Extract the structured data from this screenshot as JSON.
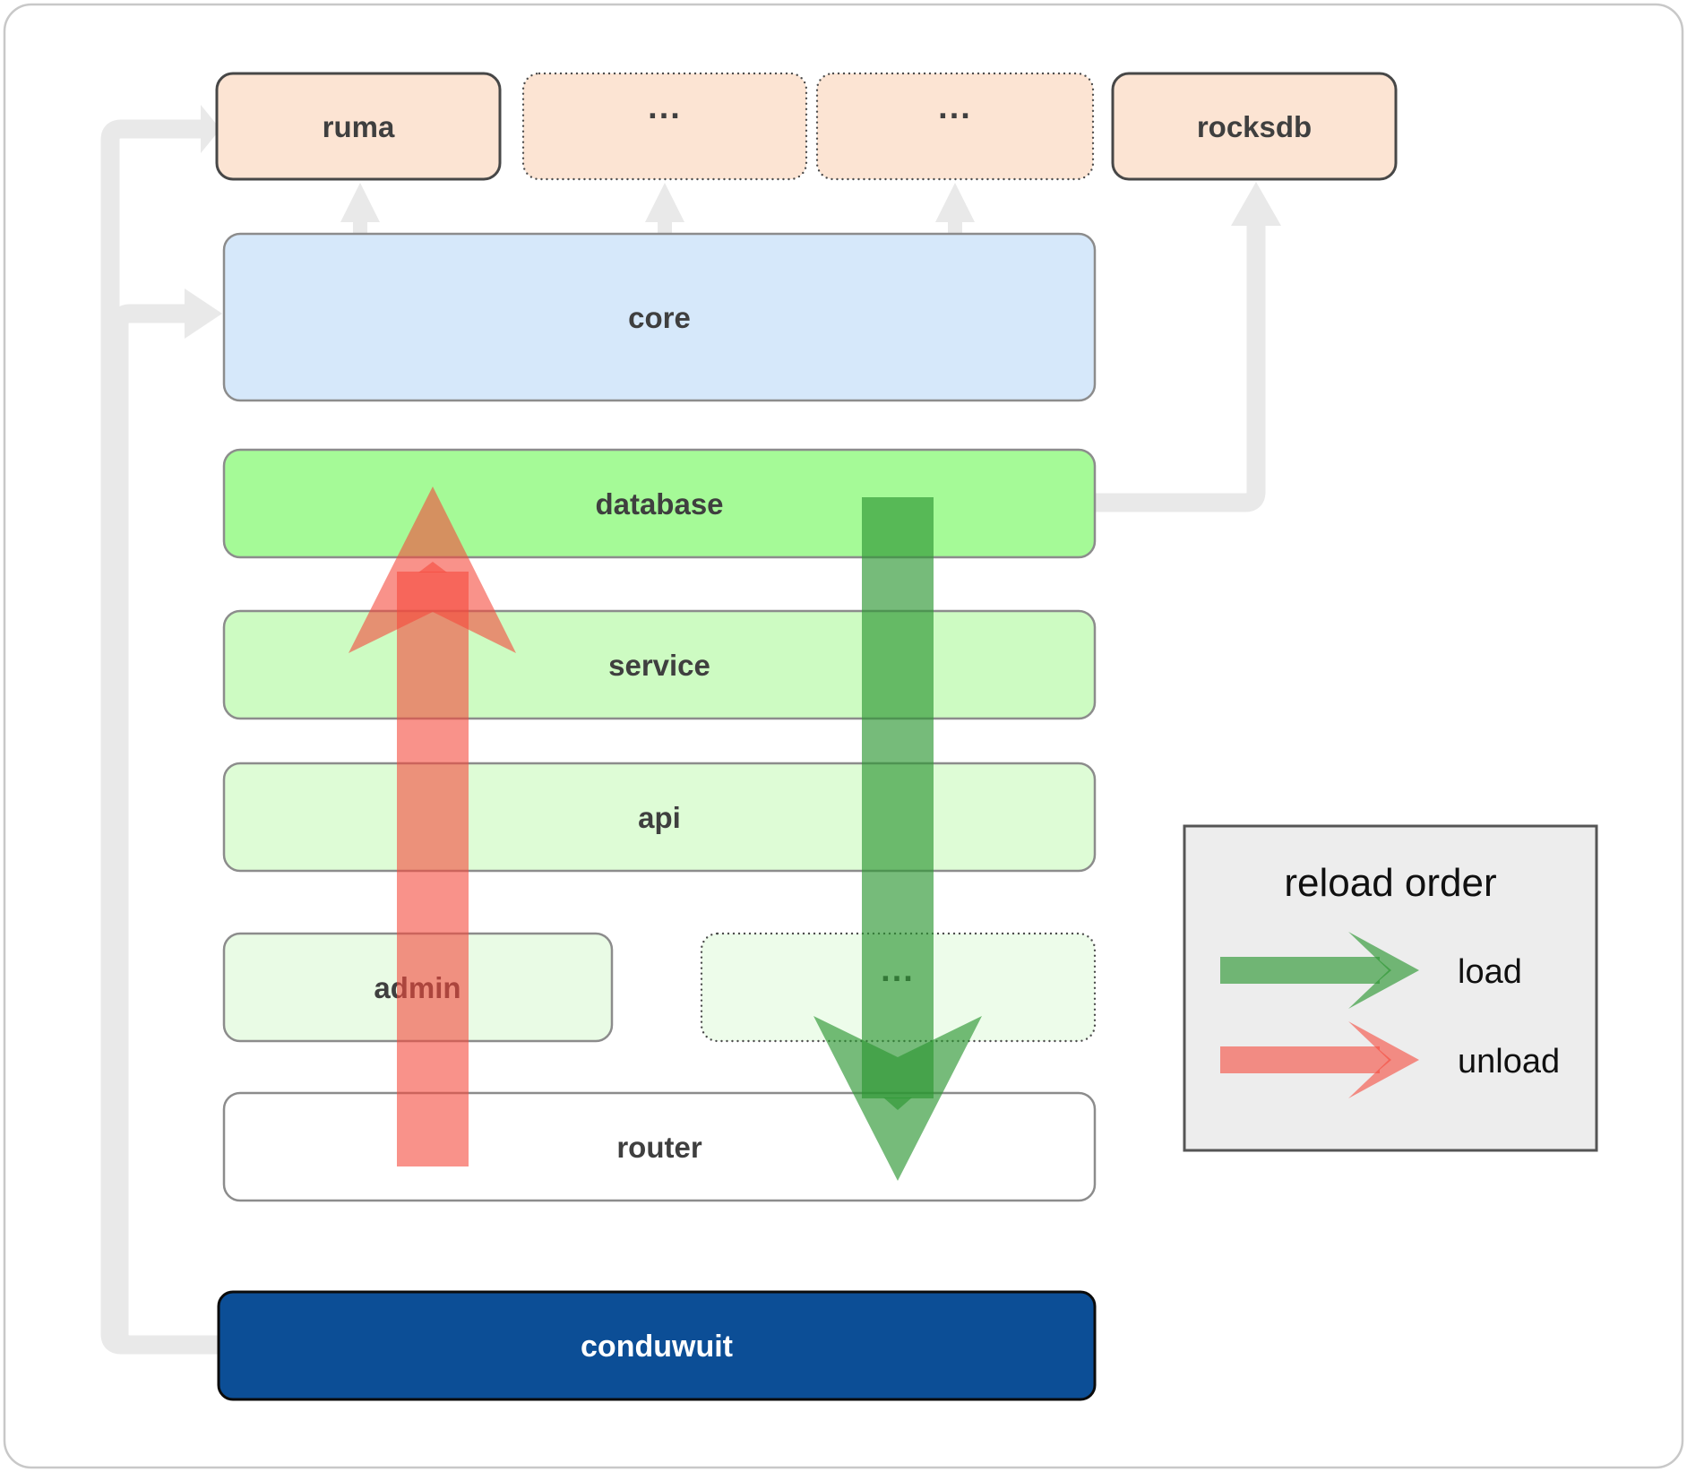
{
  "diagram": {
    "nodes": {
      "ruma": "ruma",
      "crates_a": "...",
      "crates_b": "...",
      "rocksdb": "rocksdb",
      "core": "core",
      "database": "database",
      "service": "service",
      "api": "api",
      "admin": "admin",
      "misc": "...",
      "router": "router",
      "conduwuit": "conduwuit"
    },
    "edges": [
      {
        "from": "conduwuit",
        "to": "ruma",
        "kind": "dependency"
      },
      {
        "from": "conduwuit",
        "to": "core",
        "kind": "dependency"
      },
      {
        "from": "core",
        "to": "ruma",
        "kind": "dependency"
      },
      {
        "from": "core",
        "to": "crates_a",
        "kind": "dependency"
      },
      {
        "from": "core",
        "to": "crates_b",
        "kind": "dependency"
      },
      {
        "from": "database",
        "to": "rocksdb",
        "kind": "dependency"
      },
      {
        "from": "database",
        "to": "router",
        "kind": "load"
      },
      {
        "from": "router",
        "to": "database",
        "kind": "unload"
      }
    ]
  },
  "legend": {
    "title": "reload order",
    "load_label": "load",
    "unload_label": "unload"
  },
  "colors": {
    "peach": "#fce4d3",
    "blue": "#d6e8fa",
    "green_bright": "#a5fa97",
    "green_light": "#cdfbc2",
    "green_lighter": "#defcd6",
    "green_faint": "#e9fbe5",
    "green_faint_dotted": "#edfcea",
    "white": "#ffffff",
    "navy": "#0c4e96",
    "connector": "#e9e9e9",
    "arrow_red": "#f5493c",
    "arrow_green": "#2d9632",
    "legend_bg": "#ededed"
  }
}
